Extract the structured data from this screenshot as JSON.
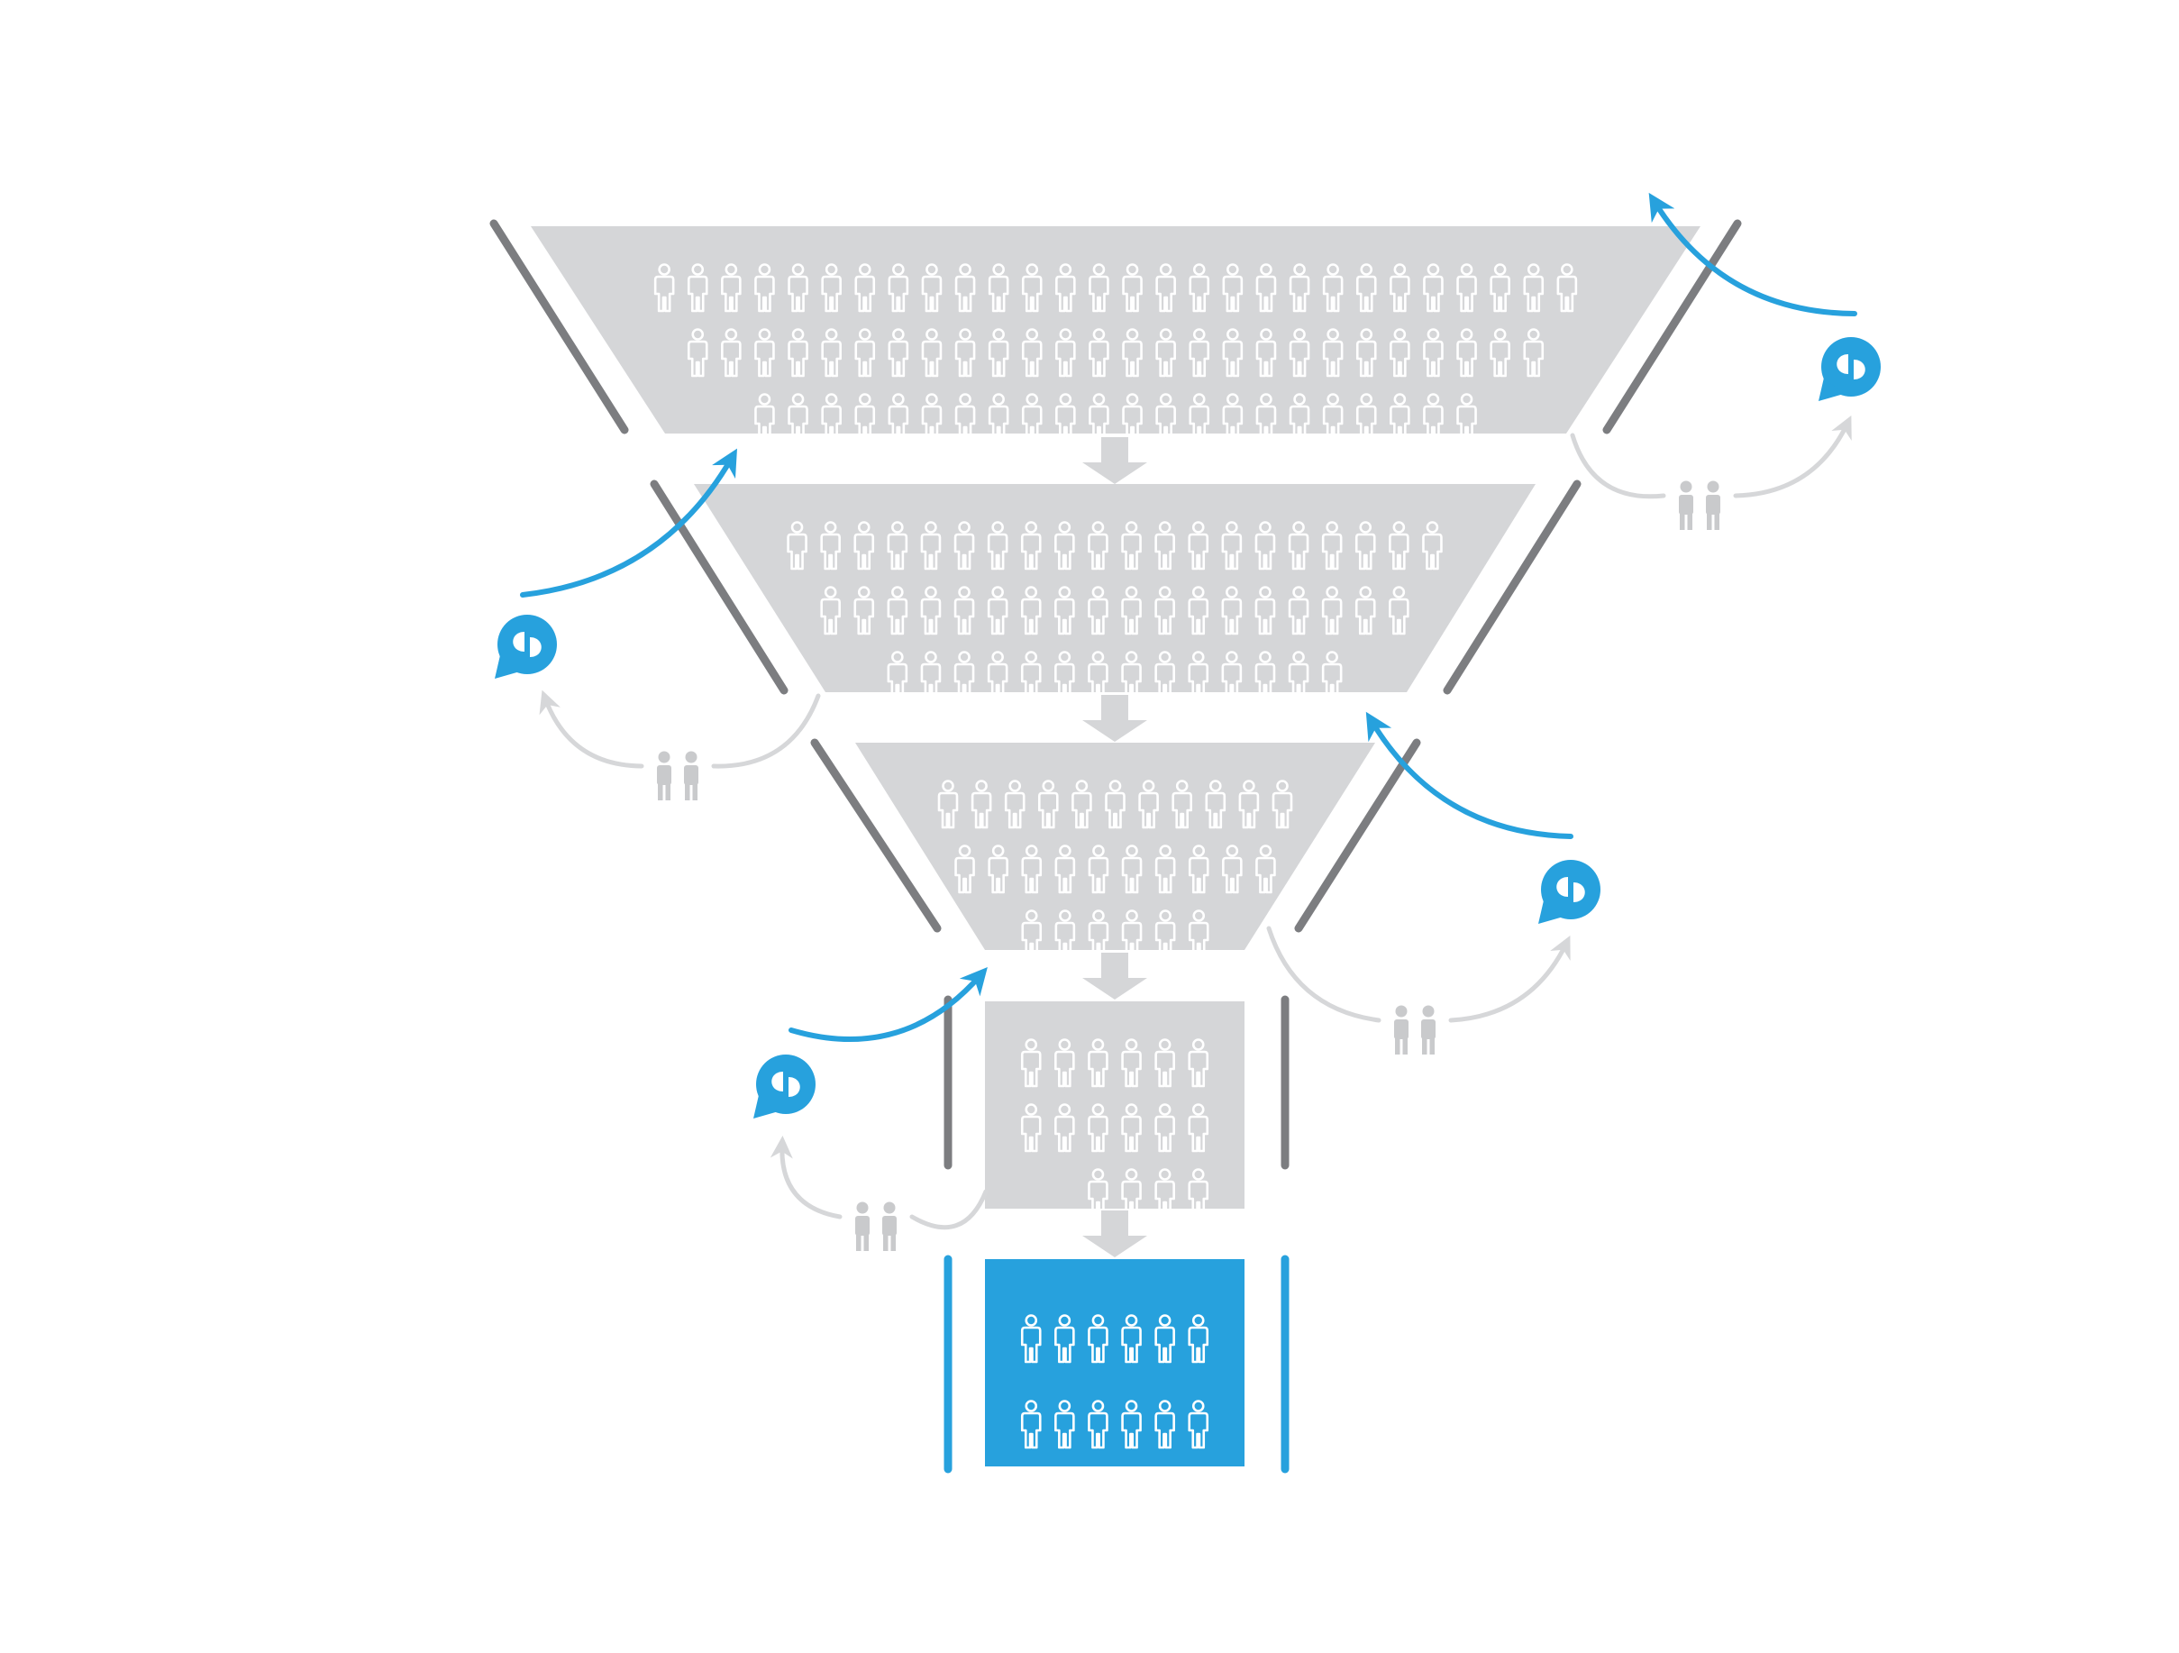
{
  "colors": {
    "background": "#ffffff",
    "stage_fill": "#d5d6d8",
    "final_fill": "#27a1dd",
    "wall": "#7c7d80",
    "final_wall": "#27a1dd",
    "person_outline": "#ffffff",
    "accent": "#27a1dd",
    "muted_arrow": "#d6d7d9",
    "muted_person": "#c9cacc"
  },
  "icons": {
    "person": "person-outline-icon",
    "chat": "chat-bubble-icon",
    "pair": "people-pair-icon",
    "flow": "down-arrow-icon"
  },
  "funnel": {
    "stages": [
      {
        "rows": [
          28,
          26,
          22
        ]
      },
      {
        "rows": [
          20,
          18,
          14
        ]
      },
      {
        "rows": [
          11,
          10,
          6
        ]
      },
      {
        "rows": [
          6,
          6,
          4
        ]
      },
      {
        "rows": [
          6,
          6
        ],
        "highlight": true
      }
    ],
    "loops": [
      {
        "after_stage": 1,
        "side": "right"
      },
      {
        "after_stage": 2,
        "side": "left"
      },
      {
        "after_stage": 3,
        "side": "right"
      },
      {
        "after_stage": 4,
        "side": "left"
      }
    ]
  }
}
